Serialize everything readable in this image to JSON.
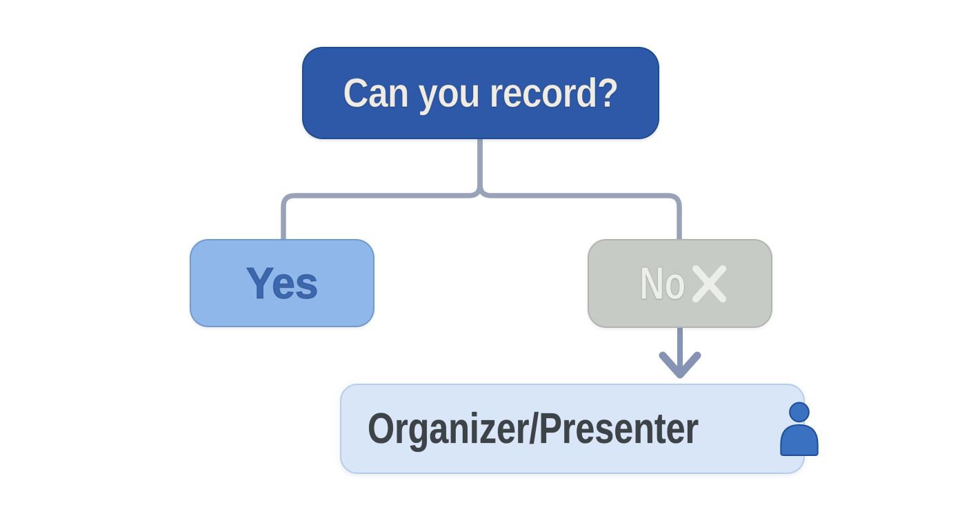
{
  "diagram": {
    "type": "flowchart",
    "nodes": {
      "root": {
        "label": "Can you record?",
        "fill": "#2d59a8",
        "text_color": "#efece6"
      },
      "yes": {
        "label": "Yes",
        "fill": "#8fb7ea",
        "text_color": "#3b67ae"
      },
      "no": {
        "label": "No",
        "mark": "x-mark-icon",
        "fill": "#c7cbc6",
        "text_color": "#eceee9"
      },
      "result": {
        "label": "Organizer/Presenter",
        "icon": "person-icon",
        "fill": "#d9e6f8",
        "text_color": "#3e4347",
        "icon_color": "#3a71c0"
      }
    },
    "edges": [
      {
        "from": "root",
        "to": "yes",
        "style": "elbow"
      },
      {
        "from": "root",
        "to": "no",
        "style": "elbow"
      },
      {
        "from": "no",
        "to": "result",
        "style": "arrow-down"
      }
    ],
    "connector_color": "#99a3b8",
    "arrow_color": "#8793b4",
    "background": "#ffffff"
  }
}
